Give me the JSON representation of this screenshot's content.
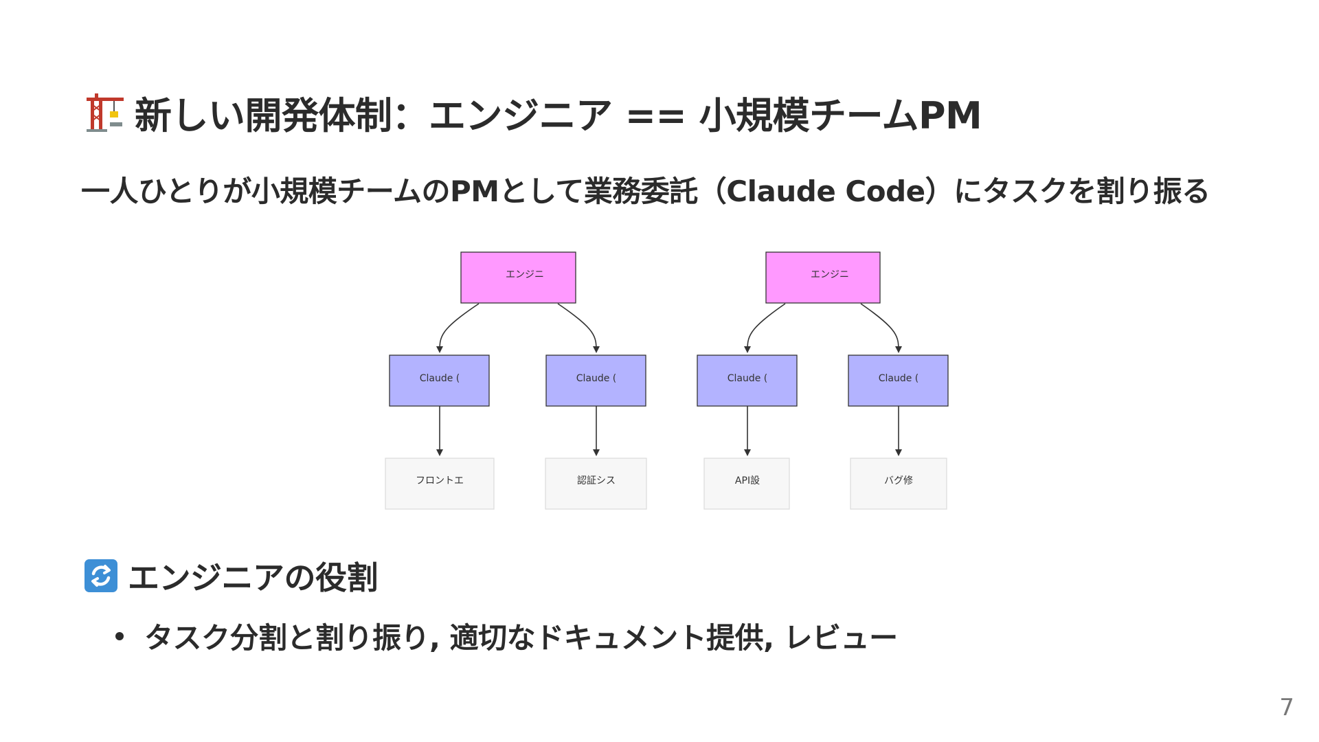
{
  "slide": {
    "title": "新しい開発体制：エンジニア == 小規模チームPM",
    "title_icon": "construction-crane-icon",
    "subtitle": "一人ひとりが小規模チームのPMとして業務委託（Claude Code）にタスクを割り振る",
    "section": {
      "icon": "arrows-cycle-icon",
      "title": "エンジニアの役割"
    },
    "bullets": [
      "タスク分割と割り振り, 適切なドキュメント提供, レビュー"
    ],
    "page_number": "7"
  },
  "diagram": {
    "colors": {
      "engineer_fill": "#ff99ff",
      "claude_fill": "#b3b3ff",
      "task_fill": "#f7f7f7",
      "stroke": "#333333",
      "task_stroke": "#dddddd"
    },
    "engineers": [
      {
        "label": "エンジニ"
      },
      {
        "label": "エンジニ"
      }
    ],
    "claudes": [
      {
        "label": "Claude ("
      },
      {
        "label": "Claude ("
      },
      {
        "label": "Claude ("
      },
      {
        "label": "Claude ("
      }
    ],
    "tasks": [
      {
        "label": "フロントエ"
      },
      {
        "label": "認証シス"
      },
      {
        "label": "API設"
      },
      {
        "label": "バグ修"
      }
    ]
  }
}
